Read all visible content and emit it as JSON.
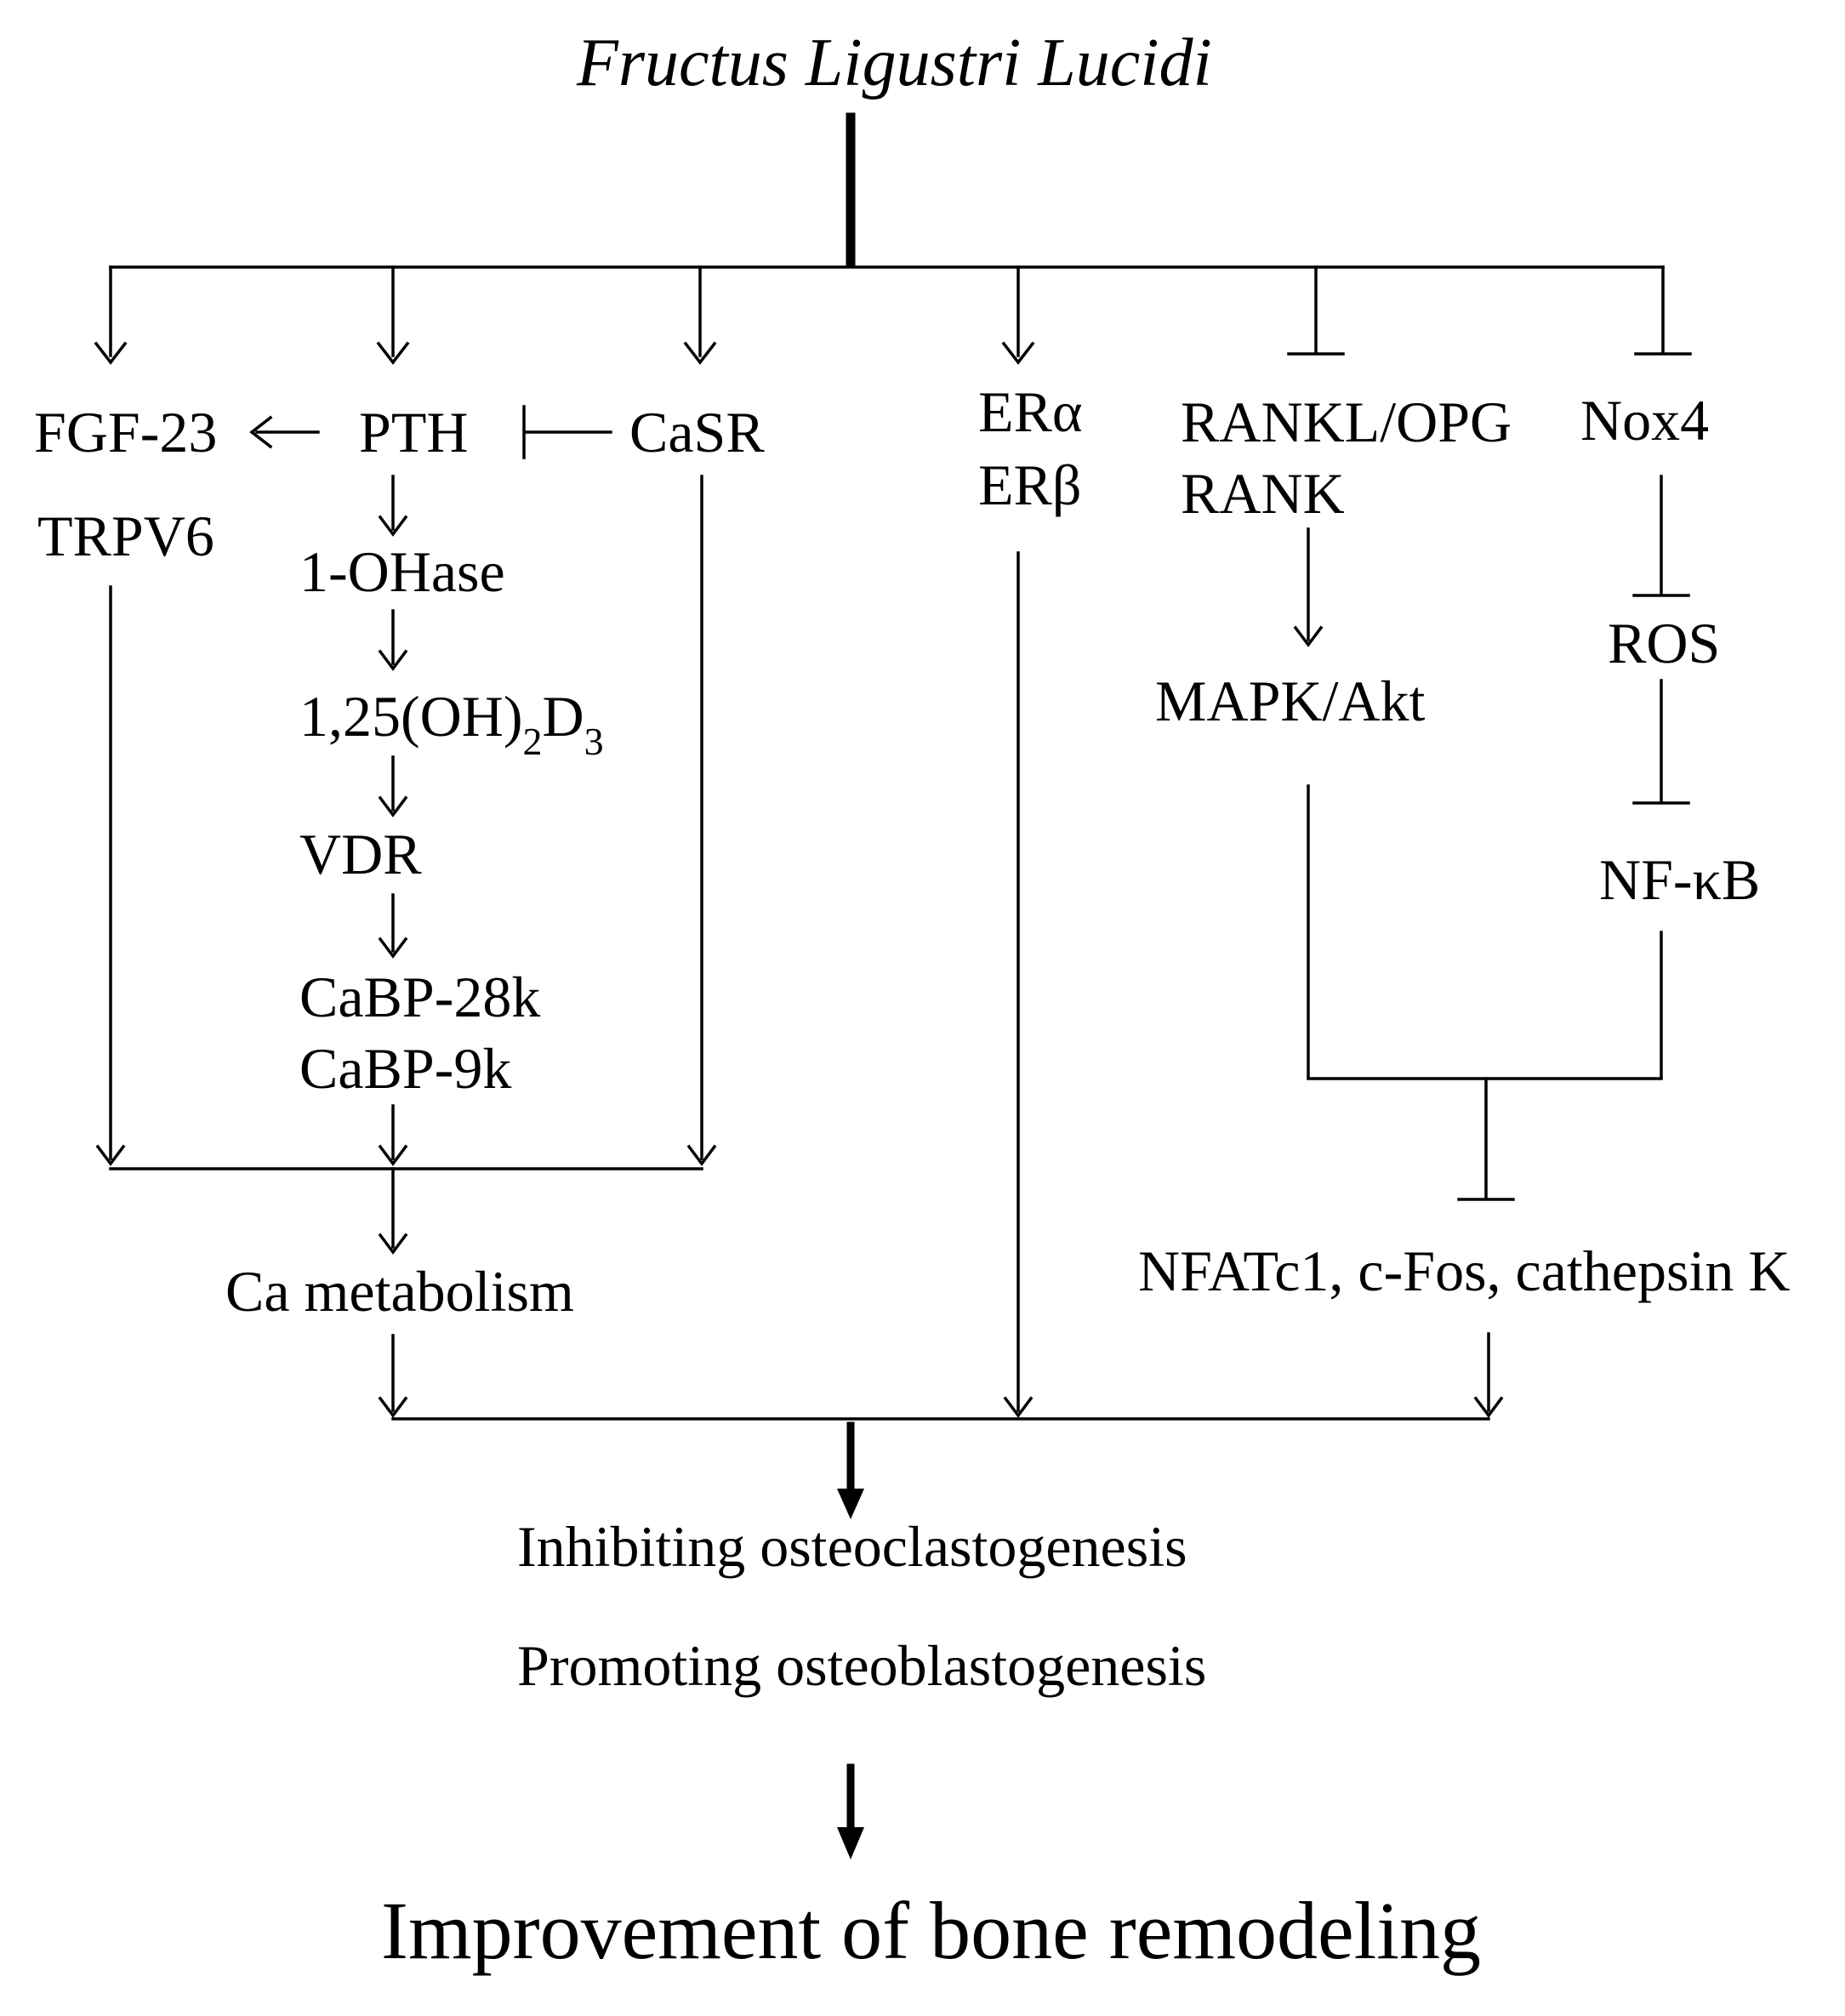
{
  "title": "Fructus Ligustri Lucidi",
  "nodes": {
    "fgf23": "FGF-23",
    "trpv6": "TRPV6",
    "pth": "PTH",
    "casr": "CaSR",
    "ohase": "1-OHase",
    "vitd_prefix": "1,25(OH)",
    "vitd_sub1": "2",
    "vitd_mid": "D",
    "vitd_sub2": "3",
    "vdr": "VDR",
    "cabp28k": "CaBP-28k",
    "cabp9k": "CaBP-9k",
    "ca_metabolism": "Ca metabolism",
    "er_alpha": "ERα",
    "er_beta": "ERβ",
    "rankl_opg": "RANKL/OPG",
    "rank": "RANK",
    "mapk_akt": "MAPK/Akt",
    "nox4": "Nox4",
    "ros": "ROS",
    "nfkb": "NF-κB",
    "nfatc1": "NFATc1, c-Fos, cathepsin K"
  },
  "outcomes": {
    "inhibiting": "Inhibiting osteoclastogenesis",
    "promoting": "Promoting osteoblastogenesis"
  },
  "final_outcome": "Improvement of bone remodeling",
  "colors": {
    "line": "#000000",
    "text": "#000000",
    "background": "#ffffff"
  }
}
